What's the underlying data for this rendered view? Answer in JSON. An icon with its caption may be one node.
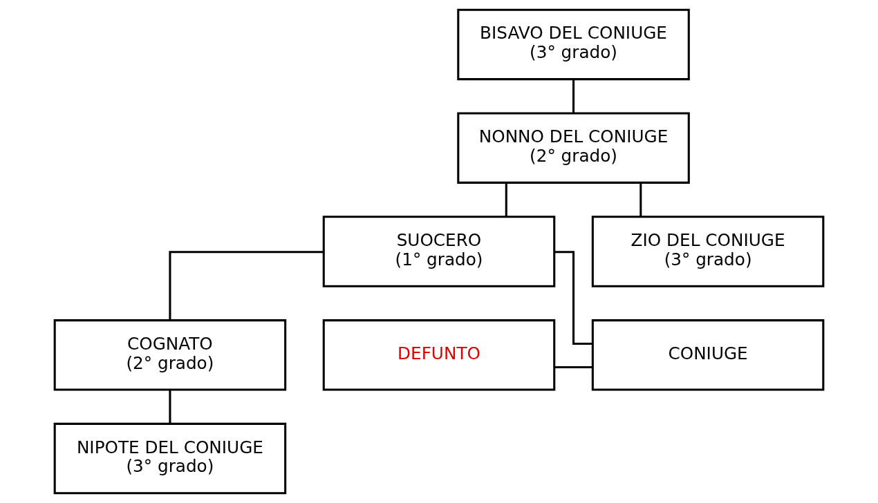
{
  "diagram": {
    "nodes": [
      {
        "text": [
          "BISAVO DEL CONIUGE",
          "(3° grado)"
        ]
      },
      {
        "text": [
          "NONNO DEL CONIUGE",
          "(2° grado)"
        ]
      },
      {
        "text": [
          "SUOCERO",
          "(1° grado)"
        ]
      },
      {
        "text": [
          "ZIO DEL CONIUGE",
          "(3° grado)"
        ]
      },
      {
        "text": [
          "DEFUNTO"
        ]
      },
      {
        "text": [
          "CONIUGE"
        ]
      },
      {
        "text": [
          "COGNATO",
          "(2° grado)"
        ]
      },
      {
        "text": [
          "NIPOTE DEL CONIUGE",
          "(3° grado)"
        ]
      }
    ],
    "edges": [
      {
        "from": 0,
        "to": 1,
        "arrow": "none"
      },
      {
        "from": 1,
        "to": 2,
        "arrow": "none"
      },
      {
        "from": 1,
        "to": 3,
        "arrow": "none"
      },
      {
        "from": 4,
        "to": 5,
        "arrow": "none"
      },
      {
        "from": 2,
        "to": 5,
        "arrow": "none"
      },
      {
        "from": 2,
        "to": 6,
        "arrow": "none"
      },
      {
        "from": 6,
        "to": 7,
        "arrow": "none"
      }
    ]
  }
}
